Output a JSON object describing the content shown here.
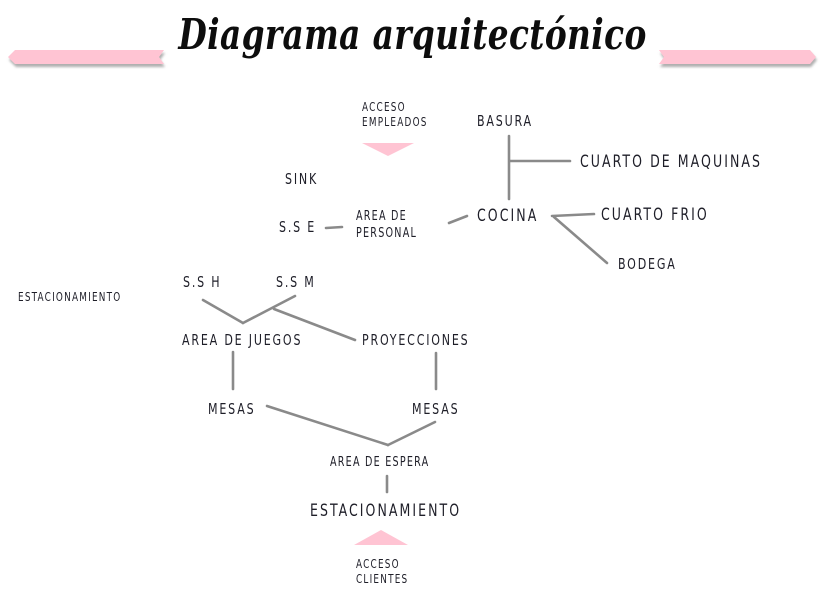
{
  "title": "Diagrama arquitectónico",
  "colors": {
    "ribbon": "#ffc4d3",
    "ribbon_shadow": "#b5b5b5",
    "connector": "#8a8a8a",
    "text": "#1e1e28"
  },
  "nodes": {
    "acceso_empleados": [
      "ACCESO",
      "EMPLEADOS"
    ],
    "basura": "BASURA",
    "cuarto_maquinas": "CUARTO DE MAQUINAS",
    "sink": "SINK",
    "sse": "S.S E",
    "area_personal": [
      "AREA DE",
      "PERSONAL"
    ],
    "cocina": "COCINA",
    "cuarto_frio": "CUARTO FRIO",
    "bodega": "BODEGA",
    "estacionamiento_left": "ESTACIONAMIENTO",
    "ssh": "S.S H",
    "ssm": "S.S M",
    "area_juegos": "AREA DE JUEGOS",
    "proyecciones": "PROYECCIONES",
    "mesas_left": "MESAS",
    "mesas_right": "MESAS",
    "area_espera": "AREA DE ESPERA",
    "estacionamiento_main": "ESTACIONAMIENTO",
    "acceso_clientes": [
      "ACCESO",
      "CLIENTES"
    ]
  },
  "edges": [
    [
      "basura",
      "cocina"
    ],
    [
      "basura-cocina-trunk",
      "cuarto_maquinas"
    ],
    [
      "sse",
      "area_personal"
    ],
    [
      "area_personal",
      "cocina"
    ],
    [
      "cocina",
      "cuarto_frio"
    ],
    [
      "cocina",
      "bodega"
    ],
    [
      "ssh",
      "area_juegos"
    ],
    [
      "ssm",
      "area_juegos"
    ],
    [
      "ssm-branch",
      "proyecciones"
    ],
    [
      "area_juegos",
      "mesas_left"
    ],
    [
      "proyecciones",
      "mesas_right"
    ],
    [
      "mesas_left",
      "area_espera"
    ],
    [
      "mesas_right",
      "area_espera"
    ],
    [
      "area_espera",
      "estacionamiento_main"
    ]
  ]
}
